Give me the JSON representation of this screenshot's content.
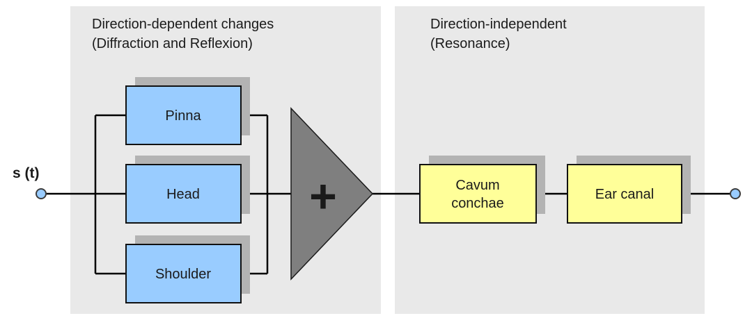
{
  "diagram": {
    "input_signal_label": "s (t)",
    "left_panel": {
      "title_line1": "Direction-dependent changes",
      "title_line2": "(Diffraction and Reflexion)",
      "blocks": {
        "pinna": "Pinna",
        "head": "Head",
        "shoulder": "Shoulder"
      },
      "summer_symbol": "+"
    },
    "right_panel": {
      "title_line1": "Direction-independent",
      "title_line2": "(Resonance)",
      "blocks": {
        "cavum_conchae_line1": "Cavum",
        "cavum_conchae_line2": "conchae",
        "ear_canal": "Ear canal"
      }
    },
    "colors": {
      "panel_bg": "#e9e9e9",
      "block_blue": "#99ccff",
      "block_yellow": "#ffff99",
      "shadow_gray": "#b3b3b3",
      "summer_gray": "#7f7f7f",
      "node_blue": "#99ccff"
    }
  }
}
